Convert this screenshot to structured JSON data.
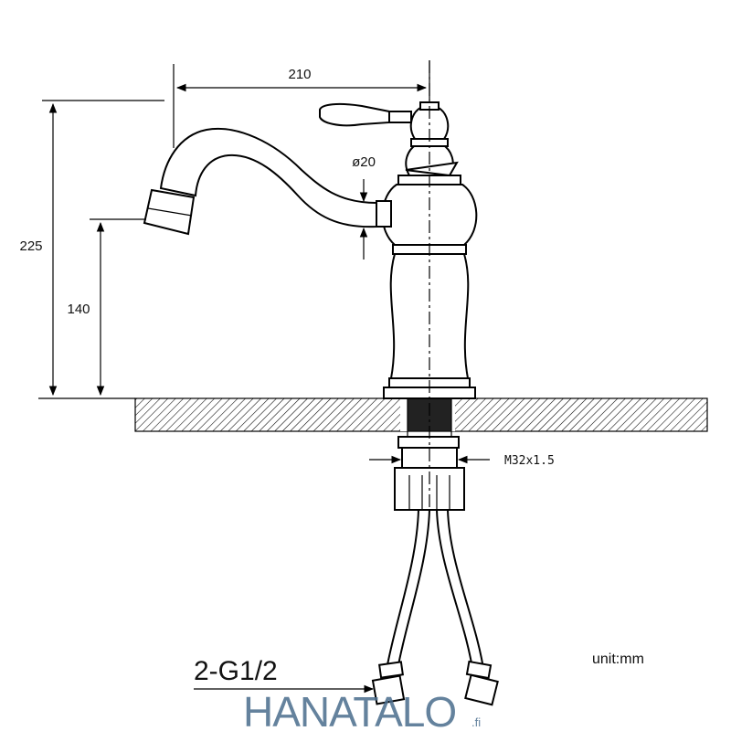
{
  "dimensions": {
    "width_label": "210",
    "total_height_label": "225",
    "spout_height_label": "140",
    "spout_diameter_label": "ø20",
    "thread_label": "M32x1.5",
    "connection_label": "2-G1/2",
    "unit_label": "unit:mm"
  },
  "watermark": {
    "text": "HANATALO",
    "suffix": ".fi",
    "color": "#4a6d8c"
  },
  "colors": {
    "line": "#000000",
    "background": "#ffffff"
  }
}
